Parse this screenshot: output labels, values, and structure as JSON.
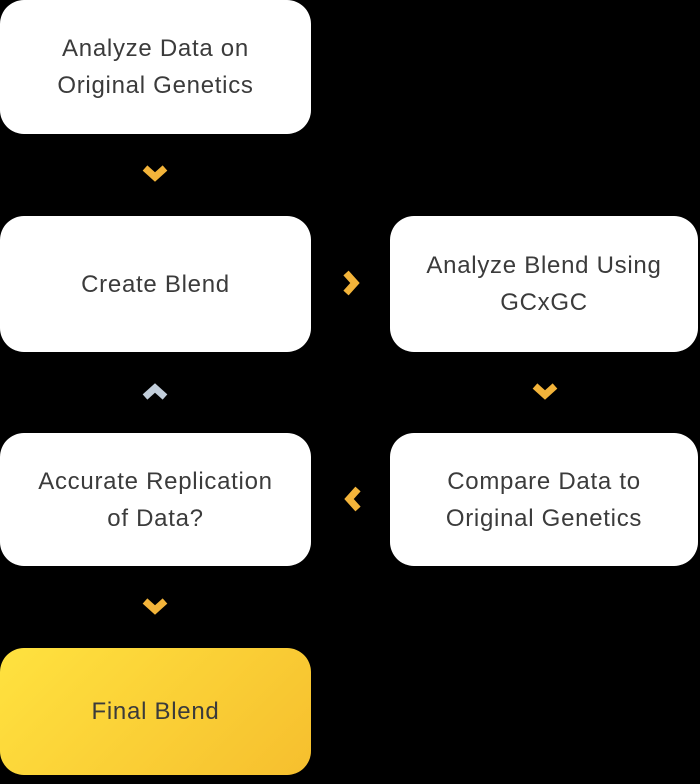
{
  "flowchart": {
    "nodes": [
      {
        "id": "analyze-data",
        "lines": [
          "Analyze Data on",
          "Original Genetics"
        ]
      },
      {
        "id": "create-blend",
        "lines": [
          "Create Blend"
        ]
      },
      {
        "id": "analyze-blend",
        "lines": [
          "Analyze Blend Using",
          "GCxGC"
        ]
      },
      {
        "id": "accurate-replication",
        "lines": [
          "Accurate Replication",
          "of Data?"
        ]
      },
      {
        "id": "compare-data",
        "lines": [
          "Compare Data to",
          "Original Genetics"
        ]
      },
      {
        "id": "final-blend",
        "lines": [
          "Final Blend"
        ]
      }
    ],
    "arrows": [
      {
        "direction": "down",
        "color_role": "accent",
        "from": "analyze-data",
        "to": "create-blend"
      },
      {
        "direction": "right",
        "color_role": "accent",
        "from": "create-blend",
        "to": "analyze-blend"
      },
      {
        "direction": "up",
        "color_role": "muted",
        "from": "accurate-replication",
        "to": "create-blend"
      },
      {
        "direction": "down",
        "color_role": "accent",
        "from": "analyze-blend",
        "to": "compare-data"
      },
      {
        "direction": "left",
        "color_role": "accent",
        "from": "compare-data",
        "to": "accurate-replication"
      },
      {
        "direction": "down",
        "color_role": "accent",
        "from": "accurate-replication",
        "to": "final-blend"
      }
    ]
  },
  "colors": {
    "background": "#000000",
    "node_background": "#FFFFFF",
    "text": "#3B3B3B",
    "arrow_yellow": "#F3B43A",
    "arrow_gray": "#C2CEDB",
    "final_gradient_from": "#FFE23F",
    "final_gradient_to": "#F6BF2E"
  }
}
